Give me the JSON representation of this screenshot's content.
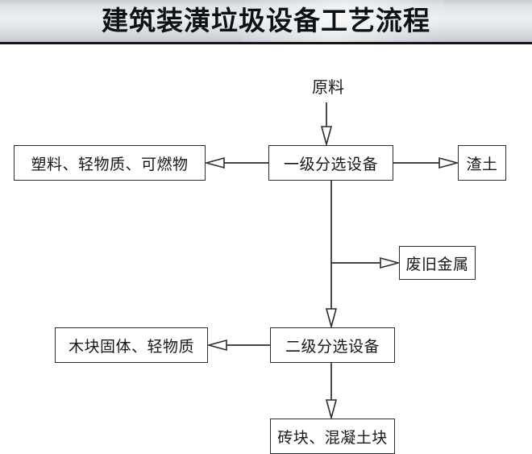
{
  "header": {
    "title": "建筑装潢垃圾设备工艺流程"
  },
  "diagram": {
    "type": "flowchart",
    "orientation": "top-down",
    "nodes": {
      "raw_material": "原料",
      "stage1_sorter": "一级分选设备",
      "light_materials": "塑料、轻物质、可燃物",
      "slag_soil": "渣土",
      "scrap_metal": "废旧金属",
      "stage2_sorter": "二级分选设备",
      "wood_solids": "木块固体、轻物质",
      "brick_concrete": "砖块、混凝土块"
    },
    "edges": [
      {
        "from": "原料",
        "to": "一级分选设备",
        "direction": "down"
      },
      {
        "from": "一级分选设备",
        "to": "塑料、轻物质、可燃物",
        "direction": "left"
      },
      {
        "from": "一级分选设备",
        "to": "渣土",
        "direction": "right"
      },
      {
        "from": "一级分选设备",
        "to": "废旧金属",
        "direction": "right"
      },
      {
        "from": "一级分选设备",
        "to": "二级分选设备",
        "direction": "down"
      },
      {
        "from": "二级分选设备",
        "to": "木块固体、轻物质",
        "direction": "left"
      },
      {
        "from": "二级分选设备",
        "to": "砖块、混凝土块",
        "direction": "down"
      }
    ]
  },
  "colors": {
    "line": "#2a2d31",
    "node_border": "#2a2d31",
    "node_fill": "#ffffff",
    "header_text": "#0d1014",
    "page_background": "#ffffff"
  }
}
